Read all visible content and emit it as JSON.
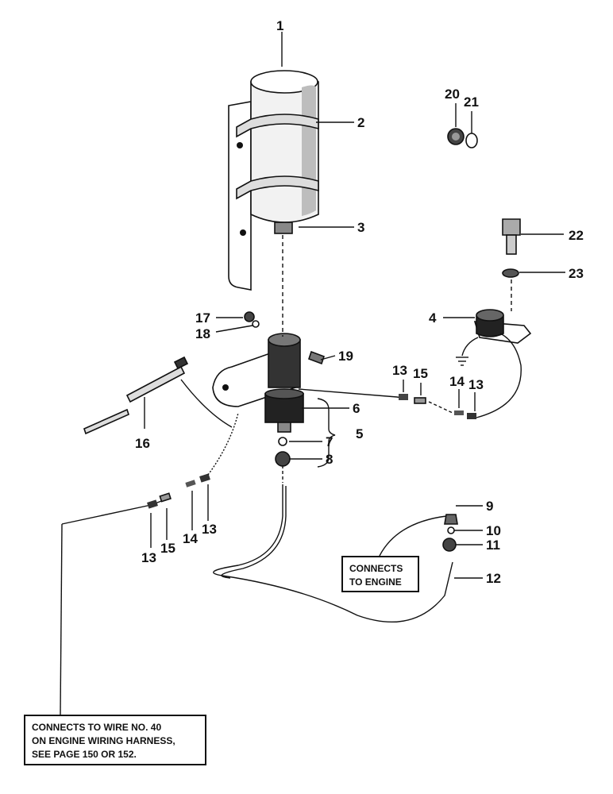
{
  "callouts": {
    "c1": "1",
    "c2": "2",
    "c3": "3",
    "c4": "4",
    "c5": "5",
    "c6": "6",
    "c7": "7",
    "c8": "8",
    "c9": "9",
    "c10": "10",
    "c11": "11",
    "c12": "12",
    "c13a": "13",
    "c13b": "13",
    "c13c": "13",
    "c13d": "13",
    "c14a": "14",
    "c14b": "14",
    "c15a": "15",
    "c15b": "15",
    "c16": "16",
    "c17": "17",
    "c18": "18",
    "c19": "19",
    "c20": "20",
    "c21": "21",
    "c22": "22",
    "c23": "23"
  },
  "notes": {
    "engine": [
      "CONNECTS",
      "TO ENGINE"
    ],
    "harness": [
      "CONNECTS TO WIRE NO. 40",
      "ON ENGINE WIRING HARNESS,",
      "SEE PAGE 150 OR 152."
    ]
  }
}
